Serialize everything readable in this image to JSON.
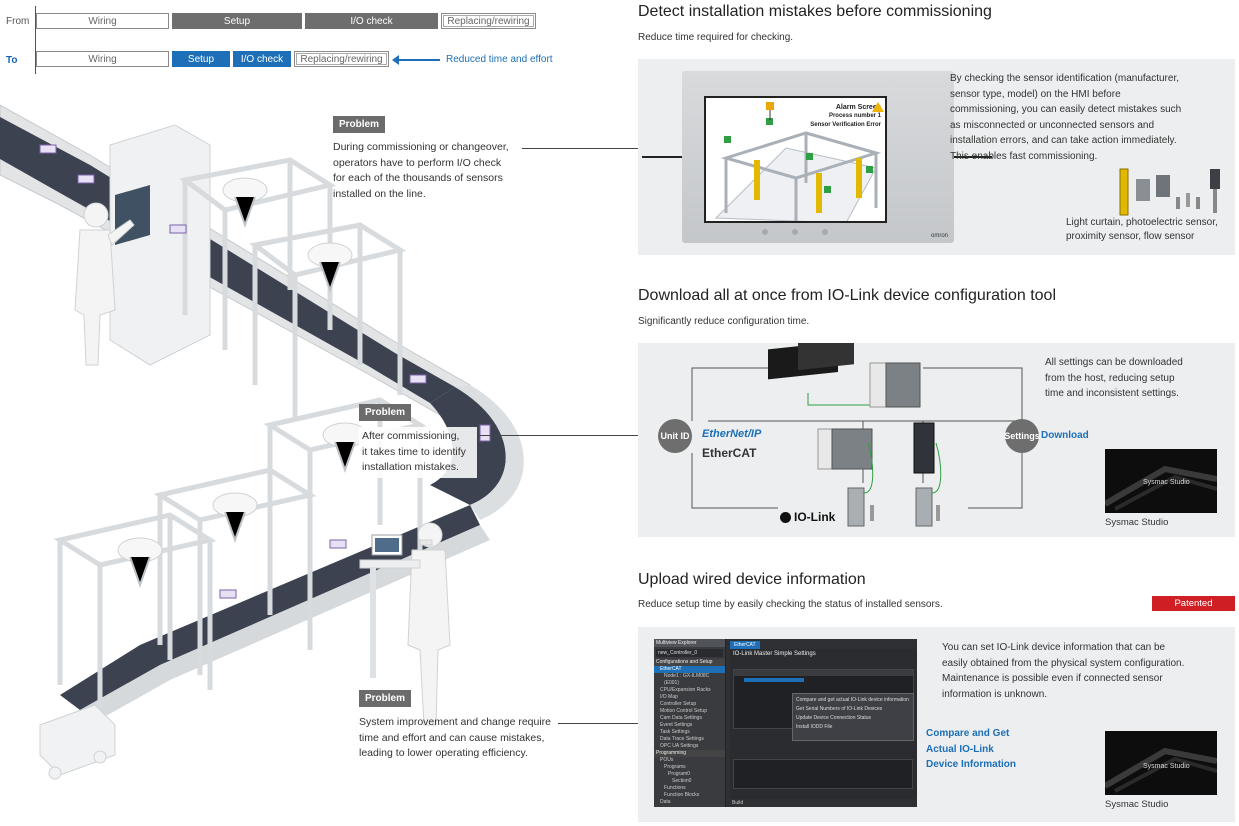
{
  "timeline": {
    "from_label": "From",
    "to_label": "To",
    "from_steps": [
      "Wiring",
      "Setup",
      "I/O check",
      "Replacing/rewiring"
    ],
    "to_steps": [
      "Wiring",
      "Setup",
      "I/O check",
      "Replacing/rewiring"
    ],
    "reduced_label": "Reduced time and effort"
  },
  "problems": [
    {
      "tag": "Problem",
      "lines": [
        "During commissioning or changeover,",
        "operators have to perform I/O check",
        "for each of the thousands of sensors",
        "installed on the line."
      ]
    },
    {
      "tag": "Problem",
      "lines": [
        "After commissioning,",
        "it takes time to identify",
        "installation mistakes."
      ]
    },
    {
      "tag": "Problem",
      "lines": [
        "System improvement and change require",
        "time and effort and can cause mistakes,",
        "leading to lower operating efficiency."
      ]
    }
  ],
  "section1": {
    "title": "Detect installation mistakes before commissioning",
    "subtitle": "Reduce time required for checking.",
    "body": [
      "By checking the sensor identification (manufacturer,",
      "sensor type, model) on the HMI before",
      "commissioning, you can easily detect mistakes such",
      "as misconnected or unconnected sensors and",
      "installation errors, and can take action immediately.",
      "This enables fast commissioning."
    ],
    "hmi_alarm": [
      "Alarm Screen",
      "Process number 1",
      "Sensor Verification Error"
    ],
    "hmi_brand": "omron",
    "sensor_caption": [
      "Light curtain, photoelectric sensor,",
      "proximity sensor, flow sensor"
    ]
  },
  "section2": {
    "title": "Download all at once from IO-Link device configuration tool",
    "subtitle": "Significantly reduce configuration time.",
    "body": [
      "All settings can be downloaded",
      "from the host, reducing setup",
      "time and inconsistent settings."
    ],
    "unit_id": "Unit ID",
    "settings": "Settings",
    "download": "Download",
    "ethernetip": "EtherNet/IP",
    "ethercat": "EtherCAT",
    "iolink": "IO-Link",
    "studio_thumb": "Sysmac Studio",
    "studio_caption": "Sysmac Studio"
  },
  "section3": {
    "title": "Upload wired device information",
    "subtitle": "Reduce setup time by easily checking the status of installed sensors.",
    "patented": "Patented",
    "body": [
      "You can set IO-Link device information that can be",
      "easily obtained from the physical system configuration.",
      "Maintenance is possible even if connected sensor",
      "information is unknown."
    ],
    "compare": [
      "Compare and Get",
      "Actual IO-Link",
      "Device Information"
    ],
    "studio_thumb": "Sysmac Studio",
    "studio_caption": "Sysmac Studio",
    "sw_explorer": "Multiview Explorer",
    "sw_controller": "new_Controller_0",
    "sw_tab": "EtherCAT",
    "sw_panel_title": "IO-Link Master Simple Settings",
    "sw_tree": [
      "Configurations and Setup",
      "EtherCAT",
      "Node1 : GX-ILM08C (E001)",
      "CPU/Expansion Racks",
      "I/O Map",
      "Controller Setup",
      "Motion Control Setup",
      "Cam Data Settings",
      "Event Settings",
      "Task Settings",
      "Data Trace Settings",
      "OPC UA Settings",
      "Programming",
      "POUs",
      "Programs",
      "Program0",
      "Section0",
      "Functions",
      "Function Blocks",
      "Data"
    ],
    "sw_menu": [
      "Compare and get actual IO-Link device information",
      "Get Serial Numbers of IO-Link Devices",
      "Update Device Connection Status",
      "Install IODD File"
    ],
    "sw_footer": "Build"
  }
}
